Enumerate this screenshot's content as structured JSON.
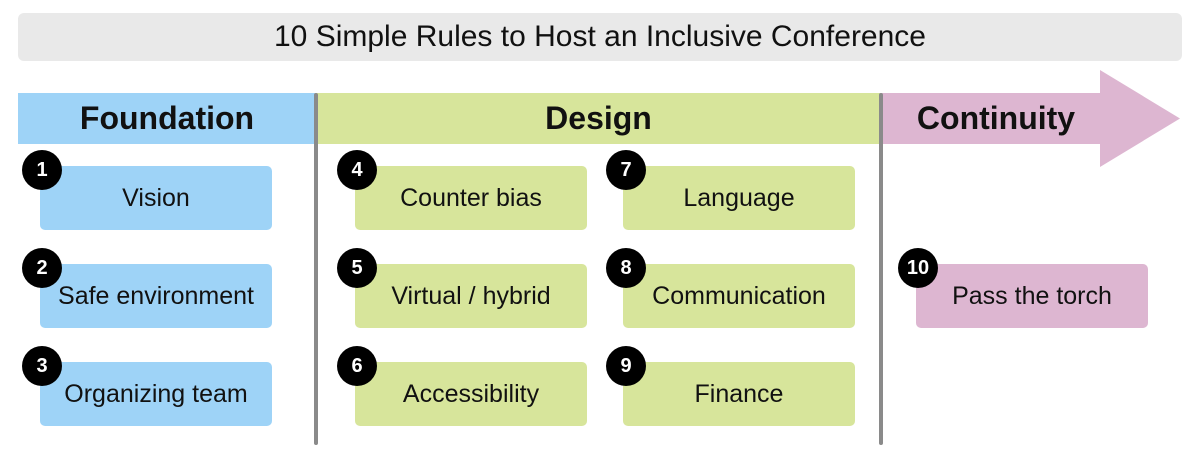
{
  "title": "10 Simple Rules to Host an Inclusive Conference",
  "phases": {
    "foundation": "Foundation",
    "design": "Design",
    "continuity": "Continuity"
  },
  "rules": [
    {
      "number": "1",
      "label": "Vision",
      "phase": "Foundation"
    },
    {
      "number": "2",
      "label": "Safe environment",
      "phase": "Foundation"
    },
    {
      "number": "3",
      "label": "Organizing team",
      "phase": "Foundation"
    },
    {
      "number": "4",
      "label": "Counter bias",
      "phase": "Design"
    },
    {
      "number": "5",
      "label": "Virtual / hybrid",
      "phase": "Design"
    },
    {
      "number": "6",
      "label": "Accessibility",
      "phase": "Design"
    },
    {
      "number": "7",
      "label": "Language",
      "phase": "Design"
    },
    {
      "number": "8",
      "label": "Communication",
      "phase": "Design"
    },
    {
      "number": "9",
      "label": "Finance",
      "phase": "Design"
    },
    {
      "number": "10",
      "label": "Pass the torch",
      "phase": "Continuity"
    }
  ],
  "colors": {
    "foundation": "#9ed3f7",
    "design": "#d7e59b",
    "continuity": "#ddb6d1",
    "title_bg": "#e9e9e9",
    "divider": "#8a8a8a"
  }
}
